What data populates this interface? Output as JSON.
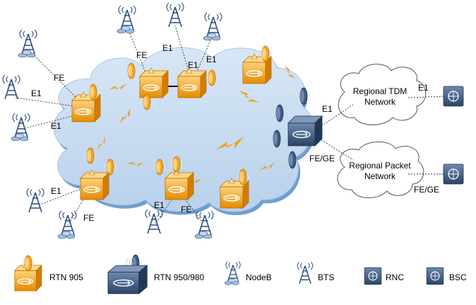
{
  "labels": {
    "fe_top": "FE",
    "e1_top_left": "E1",
    "e1_top_right": "E1",
    "e1_top_center": "E1",
    "fe_left": "FE",
    "e1_left_1": "E1",
    "e1_left_2": "E1",
    "e1_bottom_left": "E1",
    "fe_bottom_left": "FE",
    "e1_bottom_mid": "E1",
    "fe_bottom_mid": "FE",
    "e1_right": "E1",
    "fe_ge_right": "FE/GE",
    "e1_far_right": "E1",
    "fe_ge_far_right": "FE/GE"
  },
  "clouds": {
    "tdm_line1": "Regional TDM",
    "tdm_line2": "Network",
    "packet_line1": "Regional Packet",
    "packet_line2": "Network"
  },
  "legend": {
    "rtn905": "RTN 905",
    "rtn950": "RTN 950/980",
    "nodeb": "NodeB",
    "bts": "BTS",
    "rnc": "RNC",
    "bsc": "BSC"
  },
  "colors": {
    "cloud": "#c7dcf0",
    "cloud_shadow": "#6f9fd1",
    "rtn905": "#f5a623",
    "rtn950": "#3c5a86",
    "antenna": "#2e4f7e",
    "bolt": "#e8a21a"
  }
}
